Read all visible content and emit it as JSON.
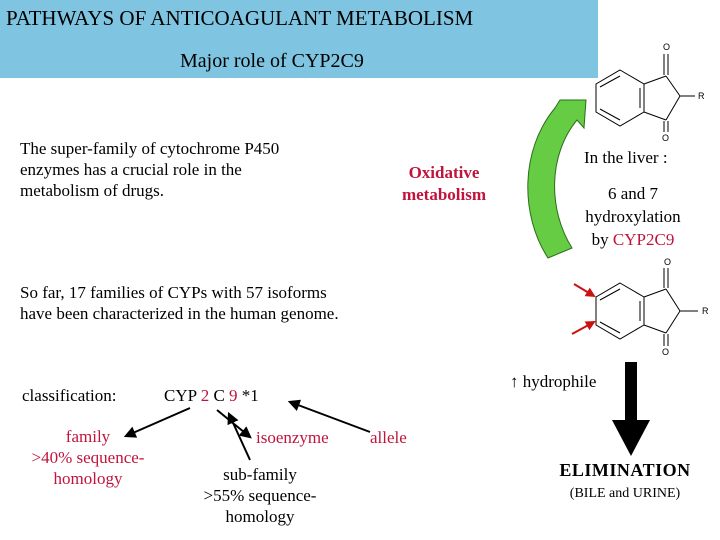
{
  "header": {
    "title": "PATHWAYS OF ANTICOAGULANT METABOLISM",
    "subtitle": "Major role of CYP2C9"
  },
  "intro": {
    "line1": "The super-family of cytochrome P450",
    "line2": "enzymes has a crucial role in the",
    "line3": "metabolism of drugs."
  },
  "oxidative": {
    "line1": "Oxidative",
    "line2": "metabolism"
  },
  "liver": {
    "heading": "In the liver :",
    "line1": "6 and 7",
    "line2": "hydroxylation",
    "line3_prefix": "by ",
    "line3_enzyme": "CYP2C9"
  },
  "families": {
    "line1": "So far, 17 families of CYPs with 57 isoforms",
    "line2": "have been characterized in the human genome."
  },
  "classification": {
    "label": "classification:",
    "cyp": "CYP",
    "family_num": "2",
    "subfamily_letter": "C",
    "isoenzyme_num": "9",
    "allele": "*1"
  },
  "family_note": {
    "line1": "family",
    "line2": ">40% sequence-",
    "line3": "homology"
  },
  "isoenzyme_label": "isoenzyme",
  "allele_label": "allele",
  "subfamily_note": {
    "line1": "sub-family",
    "line2": ">55% sequence-",
    "line3": "homology"
  },
  "hydrophile": {
    "arrow": "↑",
    "label": "hydrophile"
  },
  "elimination": {
    "title": "ELIMINATION",
    "detail": "(BILE and URINE)"
  },
  "molecule_top": {
    "o_top": "O",
    "r": "R",
    "o_bottom": "O"
  },
  "molecule_bottom": {
    "o_top": "O",
    "r": "R",
    "o_bottom": "O"
  },
  "colors": {
    "header_bg": "#7fc4e0",
    "accent_red": "#c0143c",
    "green_arrow": "#66cc44"
  }
}
